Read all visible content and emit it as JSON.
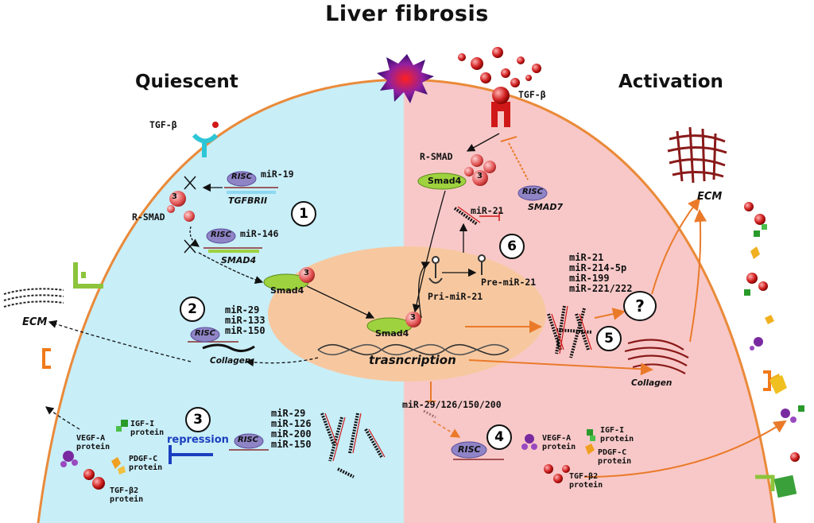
{
  "title": "Liver fibrosis",
  "left_header": "Quiescent",
  "right_header": "Activation",
  "colors": {
    "quiescent_bg": "#c8eef8",
    "activation_bg": "#f8c8c8",
    "nucleus": "#f7c8a0",
    "membrane": "#ea8a3a",
    "risc": "#8f84c6",
    "smad4": "#9ed23e",
    "repression": "#1a3fbf"
  },
  "left": {
    "tgfb": "TGF-β",
    "risc1": "RISC",
    "mir19": "miR-19",
    "tgfbrii": "TGFBRII",
    "num1": "1",
    "rsmad": "R-SMAD",
    "risc2": "RISC",
    "mir146": "miR-146",
    "smad4_target": "SMAD4",
    "smad4": "Smad4",
    "num2": "2",
    "mir29": "miR-29",
    "mir133": "miR-133",
    "mir150": "miR-150",
    "risc3": "RISC",
    "collagen": "Collagen",
    "ecm": "ECM",
    "num3": "3",
    "repression": "repression",
    "risc4": "RISC",
    "mirs3": [
      "miR-29",
      "miR-126",
      "miR-200",
      "miR-150"
    ],
    "vegfa": [
      "VEGF-A",
      "protein"
    ],
    "igf": [
      "IGF-I",
      "protein"
    ],
    "pdgfc": [
      "PDGF-C",
      "protein"
    ],
    "tgfb2": [
      "TGF-β2",
      "protein"
    ]
  },
  "right": {
    "tgfb": "TGF-β",
    "rsmad": "R-SMAD",
    "smad4": "Smad4",
    "risc1": "RISC",
    "smad7": "SMAD7",
    "mir21": "miR-21",
    "num6": "6",
    "premir": "Pre-miR-21",
    "primir": "Pri-miR-21",
    "smad4_nuc": "Smad4",
    "transcription": "trasncription",
    "mirs5": [
      "miR-21",
      "miR-214-5p",
      "miR-199",
      "miR-221/222"
    ],
    "question": "?",
    "ecm": "ECM",
    "num5": "5",
    "collagen": "Collagen",
    "mirs4": "miR-29/126/150/200",
    "num4": "4",
    "risc4": "RISC",
    "vegfa": [
      "VEGF-A",
      "protein"
    ],
    "igf": [
      "IGF-I",
      "protein"
    ],
    "pdgfc": [
      "PDGF-C",
      "protein"
    ],
    "tgfb2": [
      "TGF-β2",
      "protein"
    ]
  },
  "smad_badge": "3"
}
